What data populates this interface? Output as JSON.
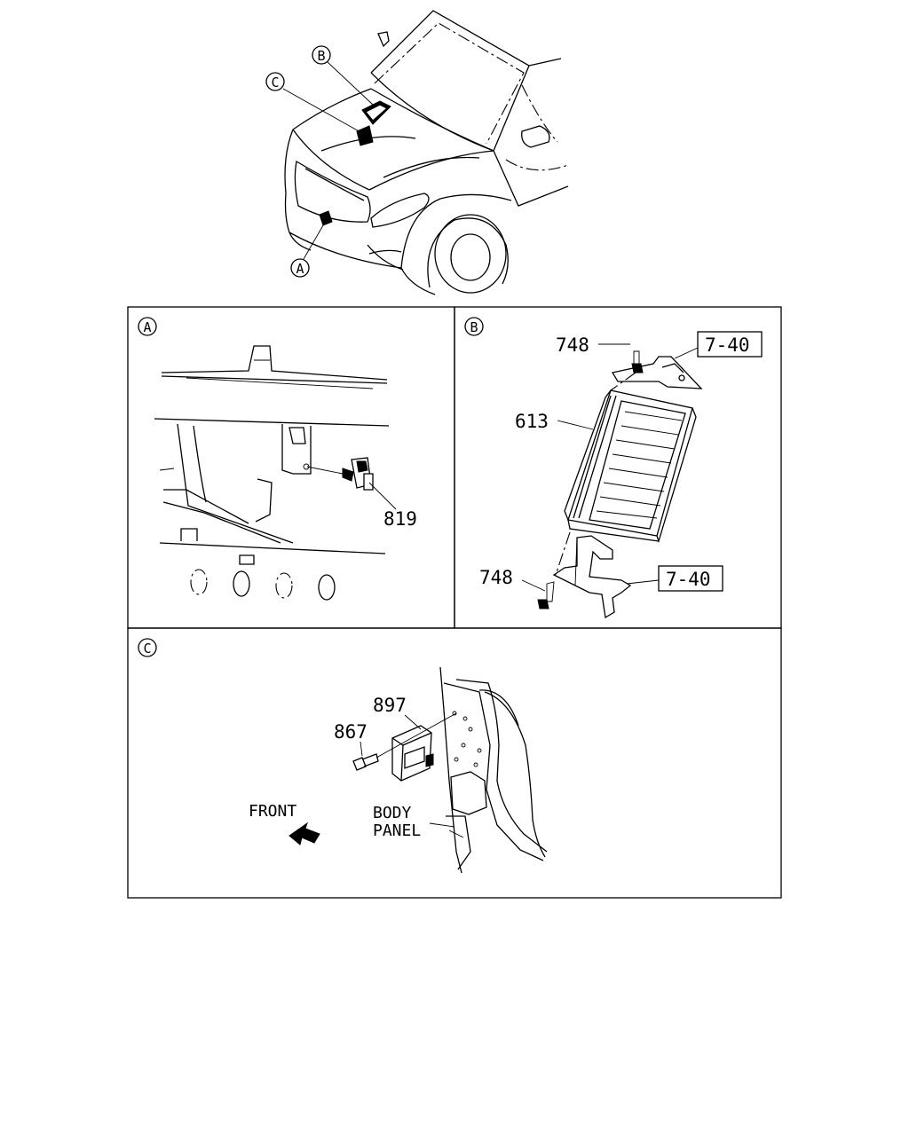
{
  "overview": {
    "callouts": [
      "A",
      "B",
      "C"
    ]
  },
  "panel_a": {
    "tag": "A",
    "part_819": "819"
  },
  "panel_b": {
    "tag": "B",
    "part_748_top": "748",
    "part_748_bottom": "748",
    "part_613": "613",
    "ref_top": "7-40",
    "ref_bottom": "7-40"
  },
  "panel_c": {
    "tag": "C",
    "part_897": "897",
    "part_867": "867",
    "front_label": "FRONT",
    "body_label_1": "BODY",
    "body_label_2": "PANEL"
  }
}
